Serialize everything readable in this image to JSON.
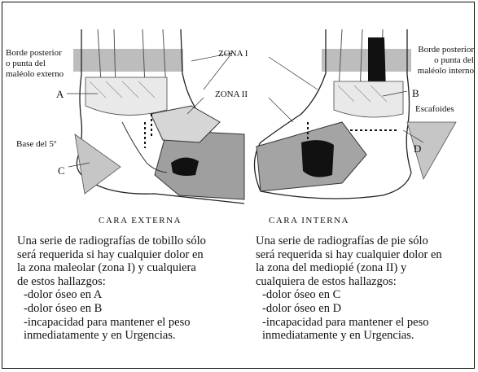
{
  "labels": {
    "left_top": [
      "Borde posterior",
      "o punta del",
      "maléolo externo"
    ],
    "right_top": [
      "Borde posterior",
      "o punta del",
      "maléolo interno"
    ],
    "zona1": "ZONA I",
    "zona2": "ZONA II",
    "base5": "Base del 5º",
    "escafoides": "Escafoides",
    "A": "A",
    "B": "B",
    "C": "C",
    "D": "D"
  },
  "captions": {
    "left": "CARA  EXTERNA",
    "right": "CARA  INTERNA"
  },
  "left_text": [
    "Una serie de radiografías de tobillo sólo",
    "será requerida si hay cualquier dolor en",
    "la zona maleolar (zona I) y cualquiera",
    "de estos hallazgos:",
    "-dolor óseo en A",
    "-dolor óseo en B",
    "-incapacidad para mantener el peso",
    "inmediatamente y en Urgencias."
  ],
  "right_text": [
    "Una serie de radiografías de pie sólo",
    "será requerida si hay cualquier dolor en",
    "la zona del mediopié (zona II) y",
    "cualquiera de estos hallazgos:",
    "-dolor óseo en C",
    "-dolor óseo en D",
    "-incapacidad para mantener el peso",
    "inmediatamente y en Urgencias."
  ]
}
